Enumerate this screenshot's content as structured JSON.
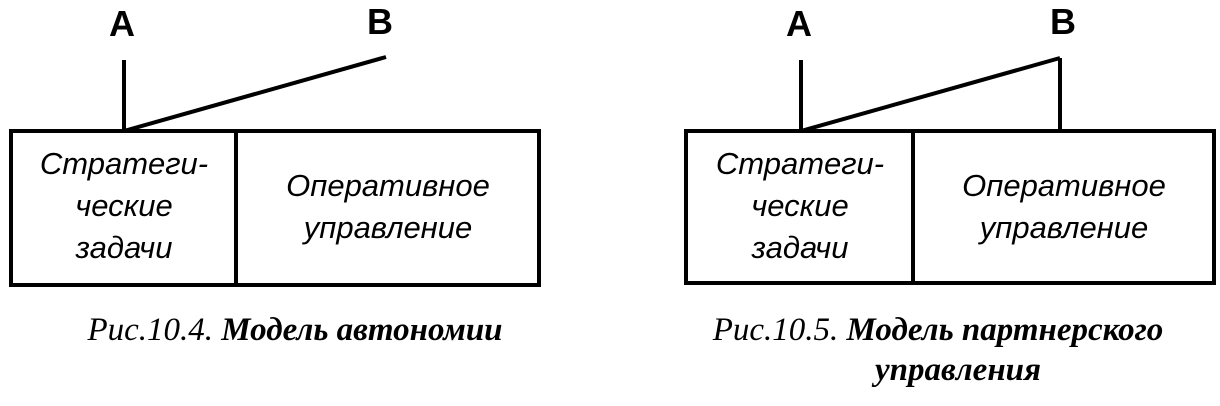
{
  "figure_1": {
    "label_a": "A",
    "label_b": "B",
    "cell_left_lines": [
      "Стратеги-",
      "ческие",
      "задачи"
    ],
    "cell_right_lines": [
      "Оперативное",
      "управление"
    ],
    "caption_number": "Рис.10.4.",
    "caption_title": "Модель автономии"
  },
  "figure_2": {
    "label_a": "A",
    "label_b": "B",
    "cell_left_lines": [
      "Стратеги-",
      "ческие",
      "задачи"
    ],
    "cell_right_lines": [
      "Оперативное",
      "управление"
    ],
    "caption_number": "Рис.10.5.",
    "caption_title_line1": "Модель партнерского",
    "caption_title_line2": "управления"
  }
}
